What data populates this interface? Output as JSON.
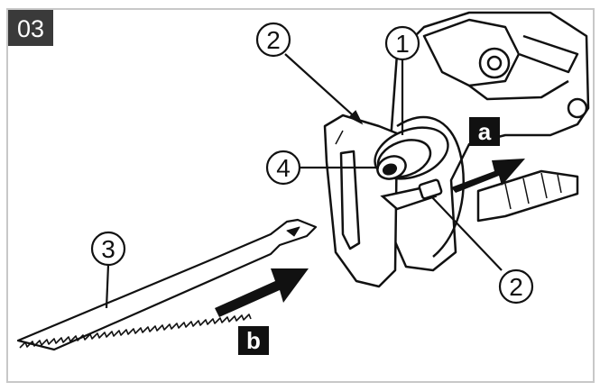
{
  "step": {
    "number": "03"
  },
  "callouts": {
    "c1": "1",
    "c2_top": "2",
    "c2_bottom": "2",
    "c3": "3",
    "c4": "4"
  },
  "directions": {
    "a": "a",
    "b": "b"
  },
  "colors": {
    "line": "#111111",
    "badge": "#3a3a3a",
    "background": "#ffffff",
    "frame": "#c8c8c8"
  }
}
